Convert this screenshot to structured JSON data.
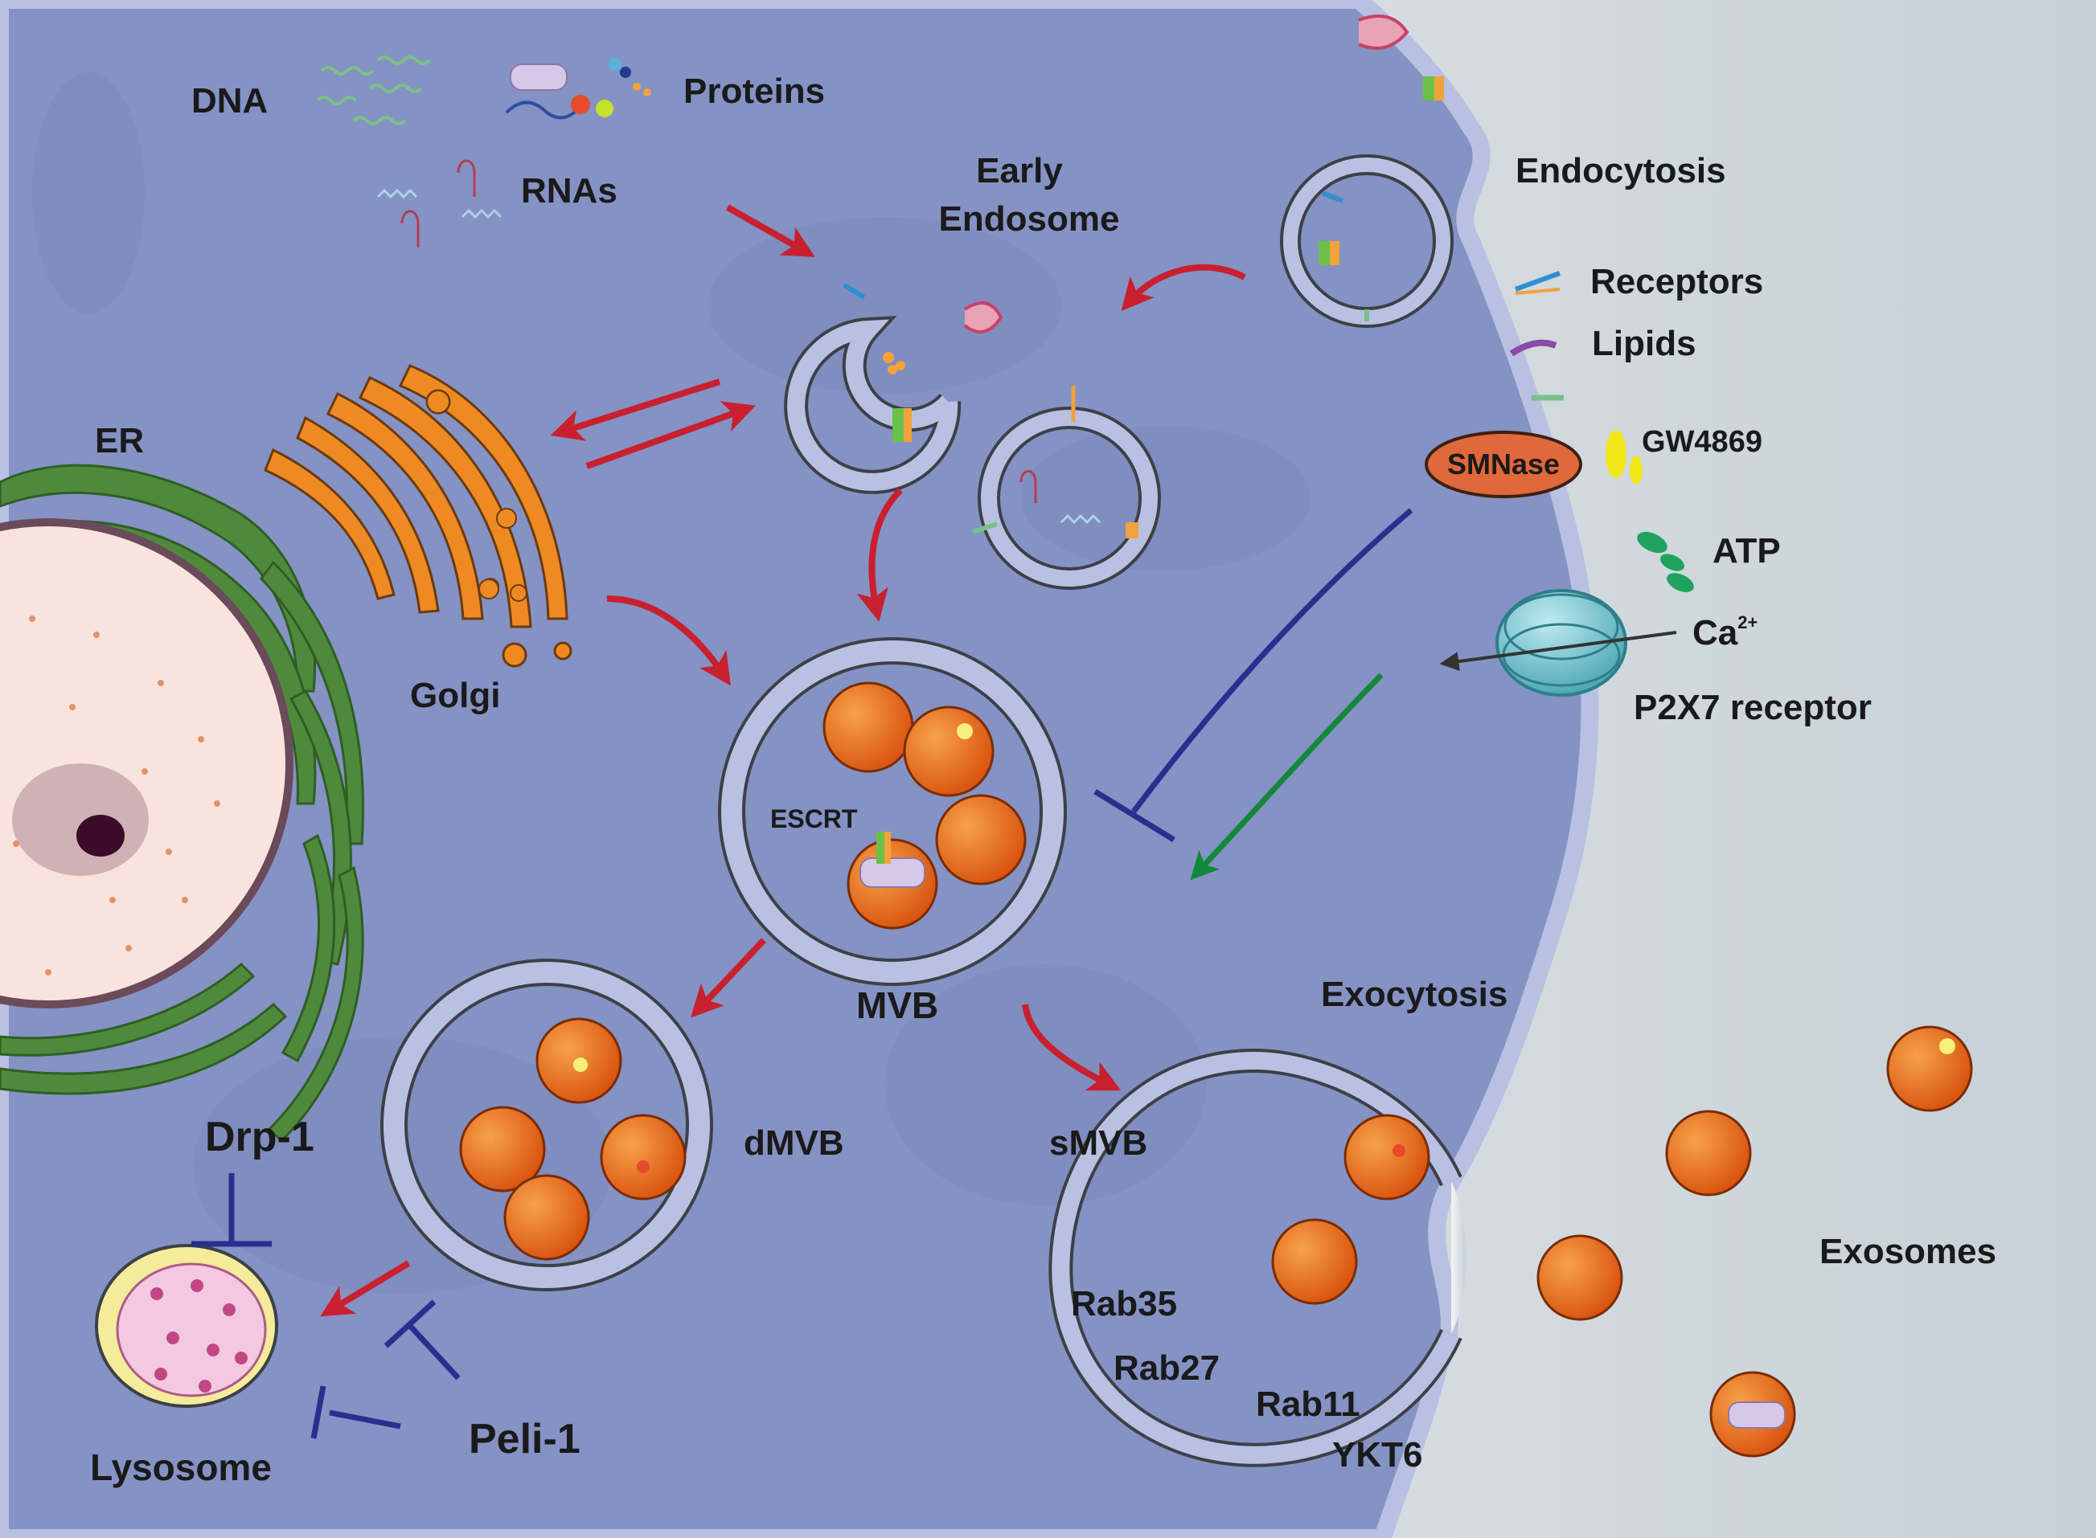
{
  "labels": {
    "dna": "DNA",
    "proteins": "Proteins",
    "rnas": "RNAs",
    "early_endosome_line1": "Early",
    "early_endosome_line2": "Endosome",
    "endocytosis": "Endocytosis",
    "receptors": "Receptors",
    "lipids": "Lipids",
    "smnase": "SMNase",
    "gw4869": "GW4869",
    "atp": "ATP",
    "ca": "Ca",
    "ca_charge": "2+",
    "p2x7": "P2X7 receptor",
    "er": "ER",
    "golgi": "Golgi",
    "escrt": "ESCRT",
    "mvb": "MVB",
    "dmvb": "dMVB",
    "smvb": "sMVB",
    "exocytosis": "Exocytosis",
    "exosomes": "Exosomes",
    "drp1": "Drp-1",
    "peli1": "Peli-1",
    "lysosome": "Lysosome",
    "rab35": "Rab35",
    "rab27": "Rab27",
    "rab11": "Rab11",
    "ykt6": "YKT6"
  },
  "colors": {
    "cytoplasm": "#8592c4",
    "membrane": "#b9c1e2",
    "extracellular_light": "#f4f5f6",
    "extracellular_dark": "#c6d0d6",
    "activation_arrow": "#c8202f",
    "inhibition": "#27308f",
    "promotion_arrow": "#13873a",
    "exosome": "#e8661b",
    "golgi": "#ef8a23",
    "er": "#4f8a3c",
    "nucleus": "#f8e4dc",
    "lysosome_rim": "#f4ec9a",
    "lysosome_inner": "#f2c9e0",
    "smnase": "#e0683a",
    "gw4869": "#f2e81c",
    "atp": "#1fa35e",
    "p2x7": "#6ec4cf"
  }
}
